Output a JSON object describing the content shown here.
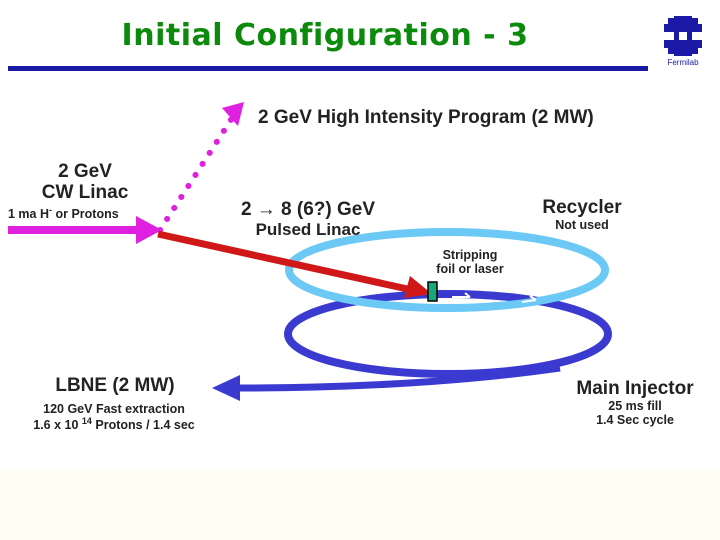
{
  "title": "Initial Configuration - 3",
  "logo": {
    "text": "Fermilab",
    "icon": "fermilab-logo-icon"
  },
  "diagram": {
    "program_label": "2 GeV High Intensity Program (2 MW)",
    "cw_linac": {
      "line1": "2 GeV",
      "line2": "CW Linac",
      "line3_prefix": "1 ma H",
      "line3_superscript": "-",
      "line3_suffix": " or Protons"
    },
    "pulsed_linac": {
      "line1": "2 → 8 (6?) GeV",
      "line2": "Pulsed Linac"
    },
    "recycler": {
      "title": "Recycler",
      "subtitle": "Not used"
    },
    "stripping": {
      "line1": "Stripping",
      "line2": "foil or laser"
    },
    "lbne": {
      "title": "LBNE (2 MW)",
      "line1": "120 GeV Fast extraction",
      "line2_prefix": "1.6 x 10 ",
      "line2_superscript": "14",
      "line2_suffix": " Protons / 1.4 sec"
    },
    "main_injector": {
      "title": "Main Injector",
      "line1": "25 ms fill",
      "line2": "1.4 Sec cycle"
    },
    "colors": {
      "title": "#0c8a0c",
      "title_rule": "#1a1aa6",
      "cw_linac_beam": "#e020e0",
      "pulsed_linac_beam": "#d01818",
      "recycler_ring": "#6cc8f4",
      "main_injector_ring": "#3a3ad0",
      "stripping_foil": "#18a878"
    }
  }
}
